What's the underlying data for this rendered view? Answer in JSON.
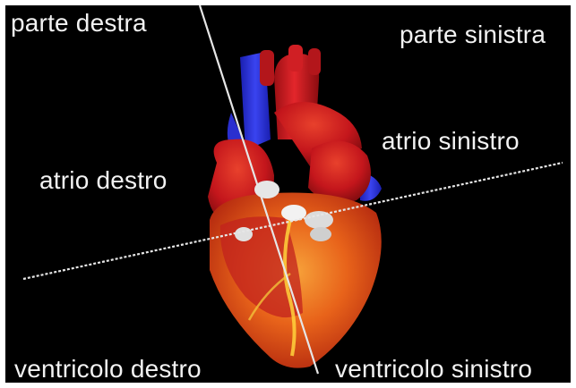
{
  "labels": {
    "parte_destra": "parte destra",
    "parte_sinistra": "parte sinistra",
    "atrio_sinistro": "atrio sinistro",
    "atrio_destro": "atrio destro",
    "ventricolo_destro": "ventricolo destro",
    "ventricolo_sinistro": "ventricolo sinistro"
  },
  "colors": {
    "background": "#000000",
    "text": "#f2f2f2",
    "heart_red": "#c4161c",
    "heart_orange": "#e8631a",
    "vessel_blue": "#2233dd",
    "divider_line": "#e6e6e6"
  }
}
